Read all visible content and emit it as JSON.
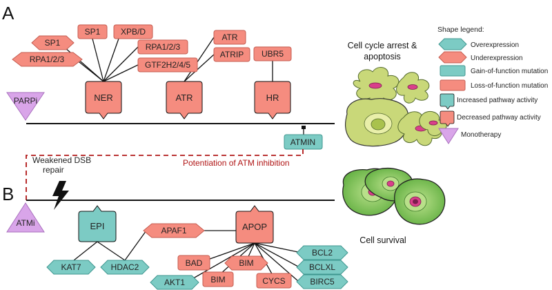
{
  "colors": {
    "salmon": "#f58c7f",
    "salmon_stroke": "#c45c50",
    "teal": "#7ccbc4",
    "teal_stroke": "#3f9790",
    "purple": "#d9a5e9",
    "purple_stroke": "#a86fbd",
    "dashed_line": "#b01515",
    "axis_line": "#111111",
    "cell_green": "#c9d879",
    "cell_green_dark": "#7fbf52",
    "nucleus": "#d9408a"
  },
  "panel_a": {
    "letter": "A",
    "drug": "PARPi",
    "pathways": {
      "ner": "NER",
      "atr": "ATR",
      "hr": "HR"
    },
    "genes": {
      "sp1_left": "SP1",
      "rpa_left": "RPA1/2/3",
      "sp1_top": "SP1",
      "xpbd": "XPB/D",
      "rpa_right": "RPA1/2/3",
      "gtf2h": "GTF2H2/4/5",
      "atr": "ATR",
      "atrip": "ATRIP",
      "ubr5": "UBR5",
      "atmin": "ATMIN"
    },
    "outcome_line1": "Cell cycle arrest &",
    "outcome_line2": "apoptosis"
  },
  "panel_b": {
    "letter": "B",
    "drug": "ATMi",
    "pathways": {
      "epi": "EPI",
      "apop": "APOP"
    },
    "genes": {
      "apaf1": "APAF1",
      "kat7": "KAT7",
      "hdac2": "HDAC2",
      "bad": "BAD",
      "bim_a": "BIM",
      "bim_b": "BIM",
      "akt1": "AKT1",
      "cycs": "CYCS",
      "bcl2": "BCL2",
      "bclxl": "BCLXL",
      "birc5": "BIRC5"
    },
    "outcome": "Cell survival"
  },
  "weakened_line1": "Weakened DSB",
  "weakened_line2": "repair",
  "potentiation": "Potentiation of ATM inhibition",
  "legend": {
    "title": "Shape legend:",
    "items": [
      {
        "label": "Overexpression",
        "shape": "hexagon",
        "color": "teal"
      },
      {
        "label": "Underexpression",
        "shape": "hexagon",
        "color": "salmon"
      },
      {
        "label": "Gain-of-function mutation",
        "shape": "rect",
        "color": "teal"
      },
      {
        "label": "Loss-of-function mutation",
        "shape": "rect",
        "color": "salmon"
      },
      {
        "label": "Increased pathway activity",
        "shape": "callout",
        "color": "teal"
      },
      {
        "label": "Decreased pathway activity",
        "shape": "callout",
        "color": "salmon"
      },
      {
        "label": "Monotherapy",
        "shape": "triangle",
        "color": "purple"
      }
    ]
  }
}
